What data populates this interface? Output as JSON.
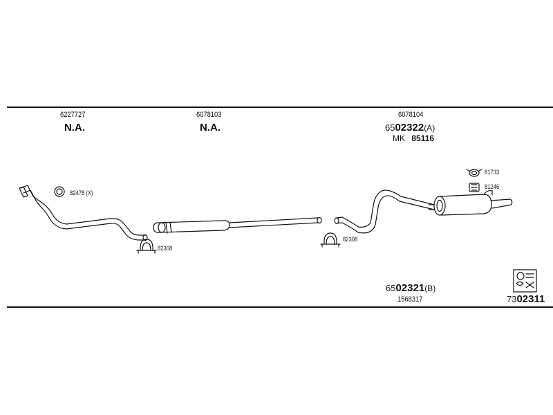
{
  "top_parts": [
    {
      "part_number": "6227727",
      "status": "N.A."
    },
    {
      "part_number": "6078103",
      "status": "N.A."
    }
  ],
  "rear_section": {
    "ref_number": "6078104",
    "catalog_prefix": "65",
    "catalog_main": "02322",
    "catalog_suffix": "(A)",
    "mk_label": "MK",
    "mk_number": "85116"
  },
  "callouts": {
    "gasket": "82478 (X)",
    "clamp_front": "82308",
    "clamp_middle": "82308",
    "hanger_ring": "81733",
    "rubber_mount": "81246"
  },
  "bottom_part": {
    "catalog_prefix": "65",
    "catalog_main": "02321",
    "catalog_suffix": "(B)",
    "ref_number": "1568317"
  },
  "kit": {
    "prefix": "73",
    "main": "02311"
  }
}
